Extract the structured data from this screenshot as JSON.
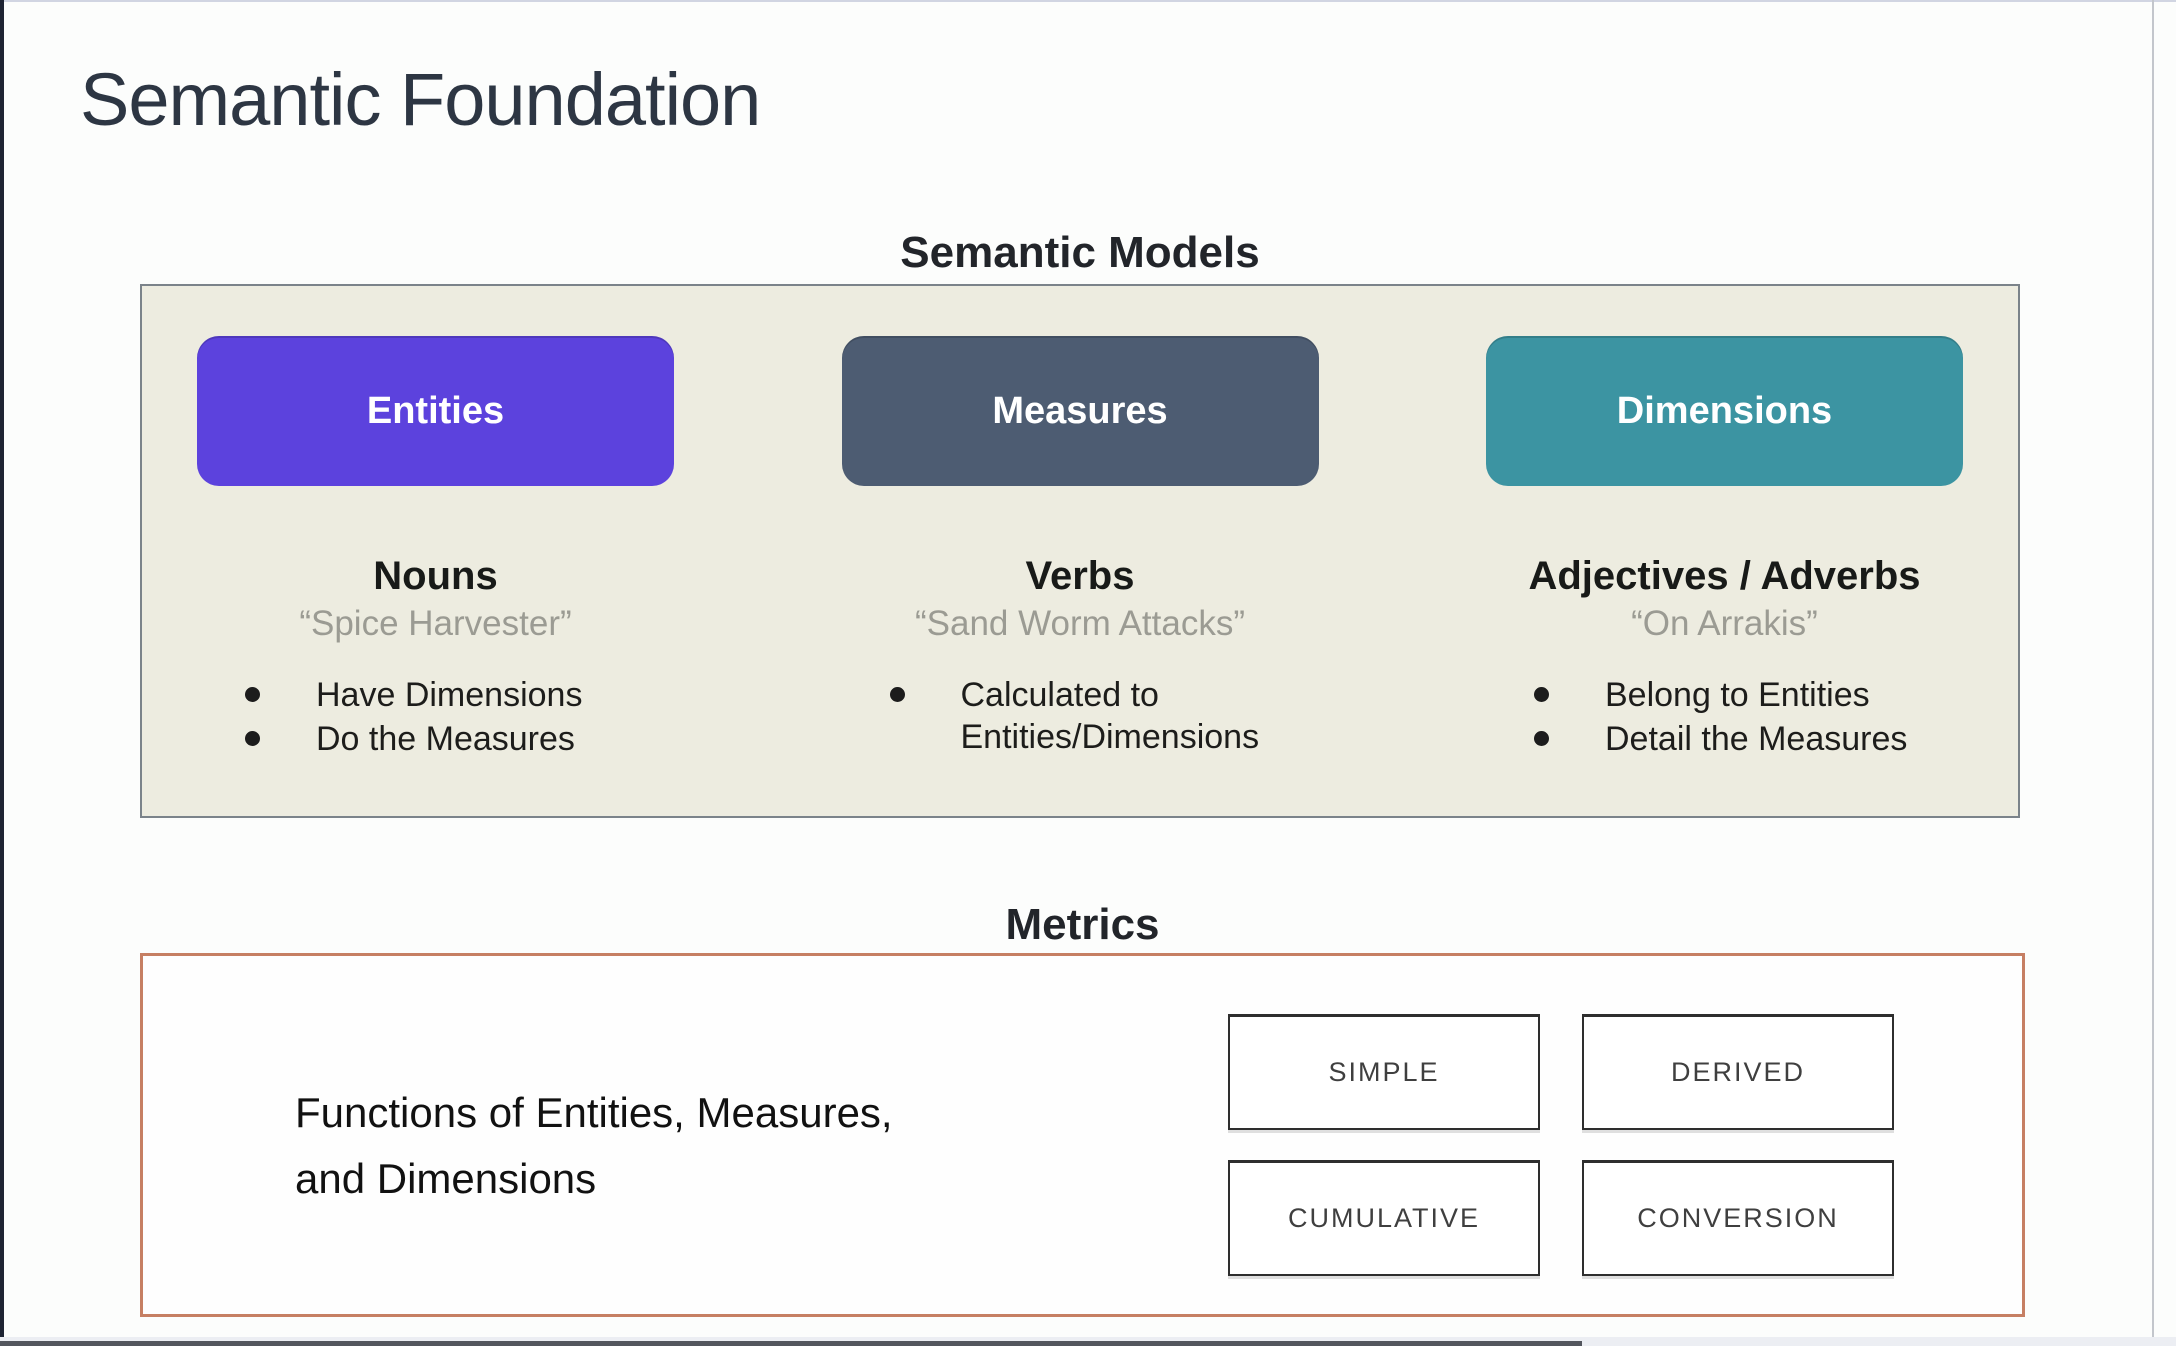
{
  "slide": {
    "title": "Semantic Foundation"
  },
  "semantic_models": {
    "heading": "Semantic Models",
    "panel_bg_color": "#edece0",
    "columns": [
      {
        "button": "Entities",
        "button_color": "#5c42dd",
        "role": "Nouns",
        "example": "“Spice Harvester”",
        "bullets": [
          "Have Dimensions",
          "Do the Measures"
        ]
      },
      {
        "button": "Measures",
        "button_color": "#4d5c72",
        "role": "Verbs",
        "example": "“Sand Worm Attacks”",
        "bullets": [
          "Calculated to Entities/Dimensions"
        ]
      },
      {
        "button": "Dimensions",
        "button_color": "#3c94a2",
        "role": "Adjectives / Adverbs",
        "example": "“On Arrakis”",
        "bullets": [
          "Belong to Entities",
          "Detail the Measures"
        ]
      }
    ]
  },
  "metrics": {
    "heading": "Metrics",
    "border_color": "#c67f63",
    "description_line1": "Functions of Entities, Measures,",
    "description_line2": "and Dimensions",
    "types": [
      "SIMPLE",
      "DERIVED",
      "CUMULATIVE",
      "CONVERSION"
    ]
  },
  "player": {
    "progress_percent": 73
  }
}
